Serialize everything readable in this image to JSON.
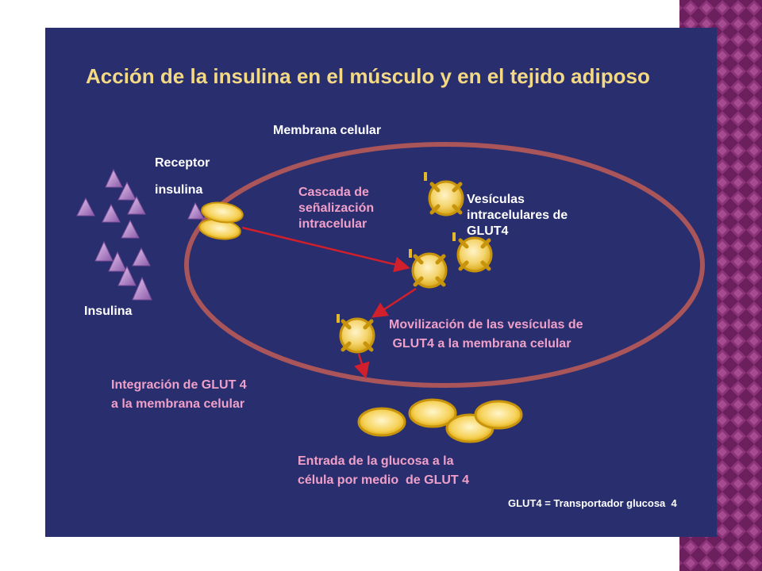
{
  "colors": {
    "panel_background": "#282e6e",
    "membrane": "#a9555a",
    "glut4": "#e3b92b",
    "insulin": "#b48ad0",
    "arrow": "#d11f2b",
    "title": "#f4d985",
    "highlight_text": "#f0a0c8",
    "side_decoration": "#7a2a6a"
  },
  "title": "Acción de la insulina en el músculo  y  en el tejido adiposo",
  "labels": {
    "membrana": "Membrana celular",
    "receptor": [
      "Receptor",
      "insulina"
    ],
    "cascada": [
      "Cascada de",
      "señalización",
      "intracelular"
    ],
    "vesiculas": [
      "Vesículas",
      "intracelulares de",
      "GLUT4"
    ],
    "movilizacion": [
      "Movilización de las vesículas de",
      " GLUT4 a la membrana celular"
    ],
    "insulina": "Insulina",
    "integracion": [
      "Integración de GLUT 4",
      "a la membrana celular"
    ],
    "entrada": [
      "Entrada de la glucosa a la",
      "célula por medio  de GLUT 4"
    ],
    "footnote": "GLUT4 = Transportador glucosa  4"
  },
  "icons": {
    "insulin_molecule": "triangle-icon",
    "glut4_vesicle": "vesicle-icon",
    "transporter": "disc-icon"
  }
}
